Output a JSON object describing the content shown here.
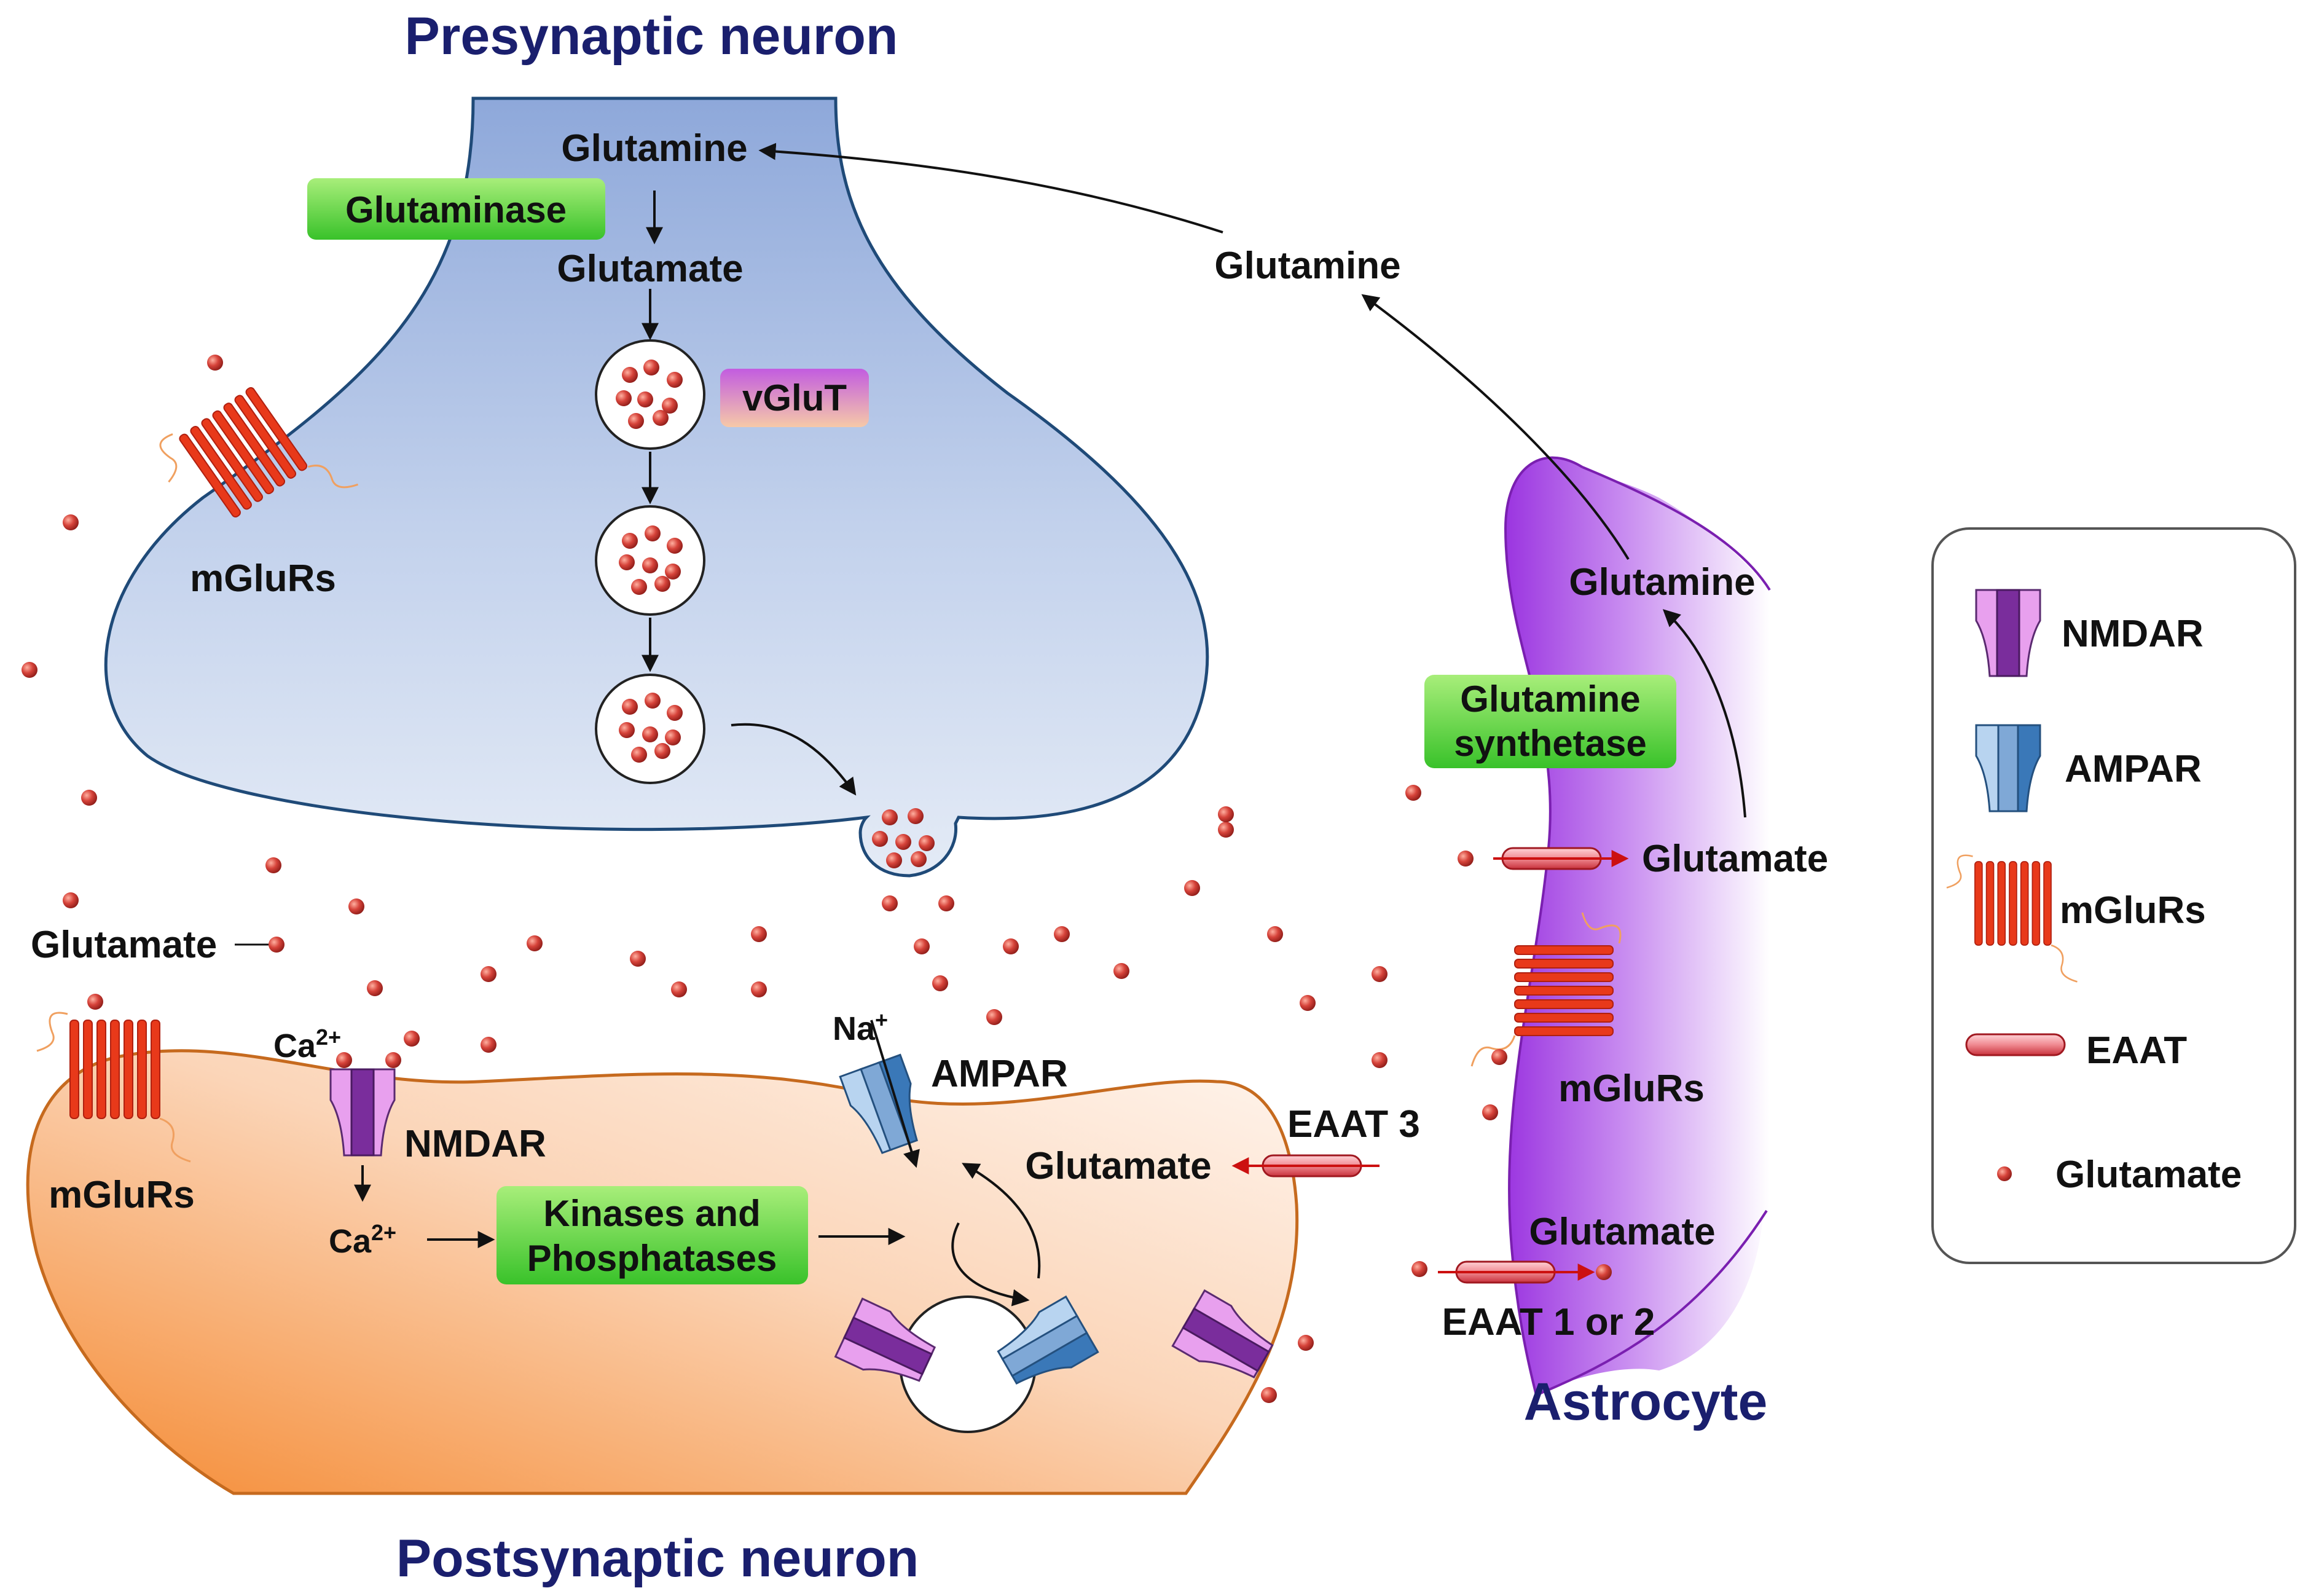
{
  "titles": {
    "presynaptic": "Presynaptic neuron",
    "postsynaptic": "Postsynaptic neuron",
    "astrocyte": "Astrocyte"
  },
  "presynaptic": {
    "glutamine": "Glutamine",
    "enzyme": "Glutaminase",
    "glutamate": "Glutamate",
    "transporter": "vGluT",
    "mglurs": "mGluRs"
  },
  "astrocyte": {
    "glutamine_out": "Glutamine",
    "glutamine_in": "Glutamine",
    "enzyme_line1": "Glutamine",
    "enzyme_line2": "synthetase",
    "glutamate_upper": "Glutamate",
    "mglurs": "mGluRs",
    "glutamate_lower": "Glutamate",
    "eaat12": "EAAT 1 or 2"
  },
  "cleft": {
    "glutamate": "Glutamate"
  },
  "postsynaptic": {
    "mglurs": "mGluRs",
    "ca_top_base": "Ca",
    "ca_top_sup": "2+",
    "nmdar": "NMDAR",
    "ca_bottom_base": "Ca",
    "ca_bottom_sup": "2+",
    "kinases_line1": "Kinases and",
    "kinases_line2": "Phosphatases",
    "na_base": "Na",
    "na_sup": "+",
    "ampar": "AMPAR",
    "eaat3": "EAAT 3",
    "glutamate": "Glutamate"
  },
  "legend": {
    "items": [
      {
        "icon": "nmdar-icon",
        "label": "NMDAR"
      },
      {
        "icon": "ampar-icon",
        "label": "AMPAR"
      },
      {
        "icon": "mglur-icon",
        "label": "mGluRs"
      },
      {
        "icon": "eaat-icon",
        "label": "EAAT"
      },
      {
        "icon": "glutamate-dot-icon",
        "label": "Glutamate"
      }
    ]
  },
  "colors": {
    "title": "#1a1f6e",
    "glutamate_dot": "#c8302c",
    "nmdar": "#9b3fb5",
    "ampar": "#3d74b0",
    "mglur": "#e6391a",
    "enzyme_box": "#5ccf3c",
    "vglut_box": "#c86ad8",
    "arrow_red": "#cc1010"
  }
}
